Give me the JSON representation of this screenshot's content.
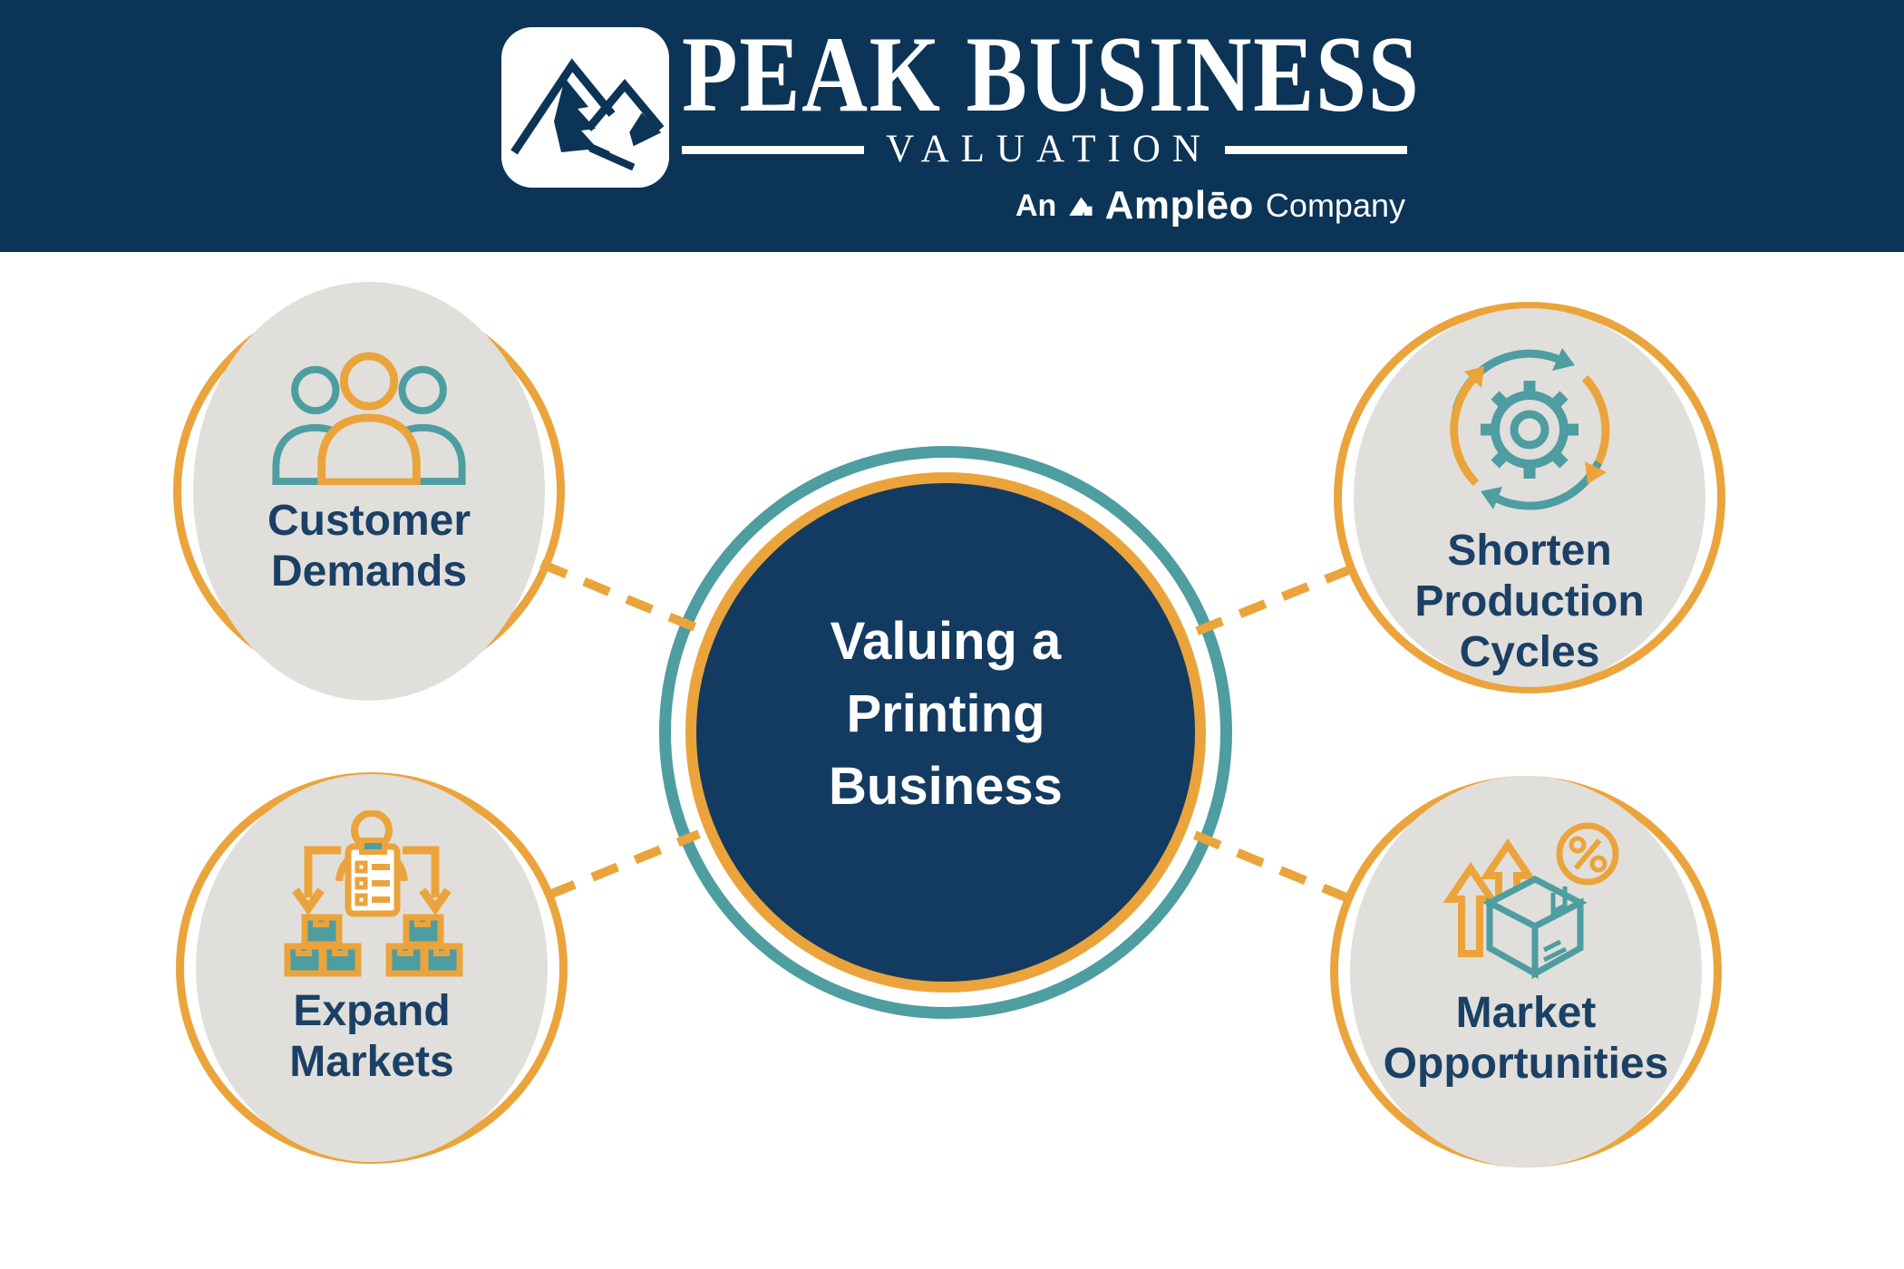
{
  "title": "Valuing a Printing Business infographic",
  "colors": {
    "header_navy": "#0B3457",
    "center_navy": "#133A60",
    "orange": "#EBA43B",
    "teal": "#4E9DA1",
    "circle_gray": "#E1DFDB",
    "label_navy": "#1B4065"
  },
  "header": {
    "brand_line1": "PEAK BUSINESS",
    "brand_line2": "VALUATION",
    "tagline": {
      "prefix": "An",
      "brand": "Amplēo",
      "suffix": "Company"
    }
  },
  "center": {
    "lines": [
      "Valuing a",
      "Printing",
      "Business"
    ]
  },
  "nodes": [
    {
      "id": "customer-demands",
      "lines": [
        "Customer",
        "Demands"
      ],
      "icon": "customers-icon"
    },
    {
      "id": "shorten-production-cycles",
      "lines": [
        "Shorten",
        "Production",
        "Cycles"
      ],
      "icon": "production-cycle-icon"
    },
    {
      "id": "expand-markets",
      "lines": [
        "Expand",
        "Markets"
      ],
      "icon": "distribution-icon"
    },
    {
      "id": "market-opportunities",
      "lines": [
        "Market",
        "Opportunities"
      ],
      "icon": "market-growth-icon"
    }
  ]
}
